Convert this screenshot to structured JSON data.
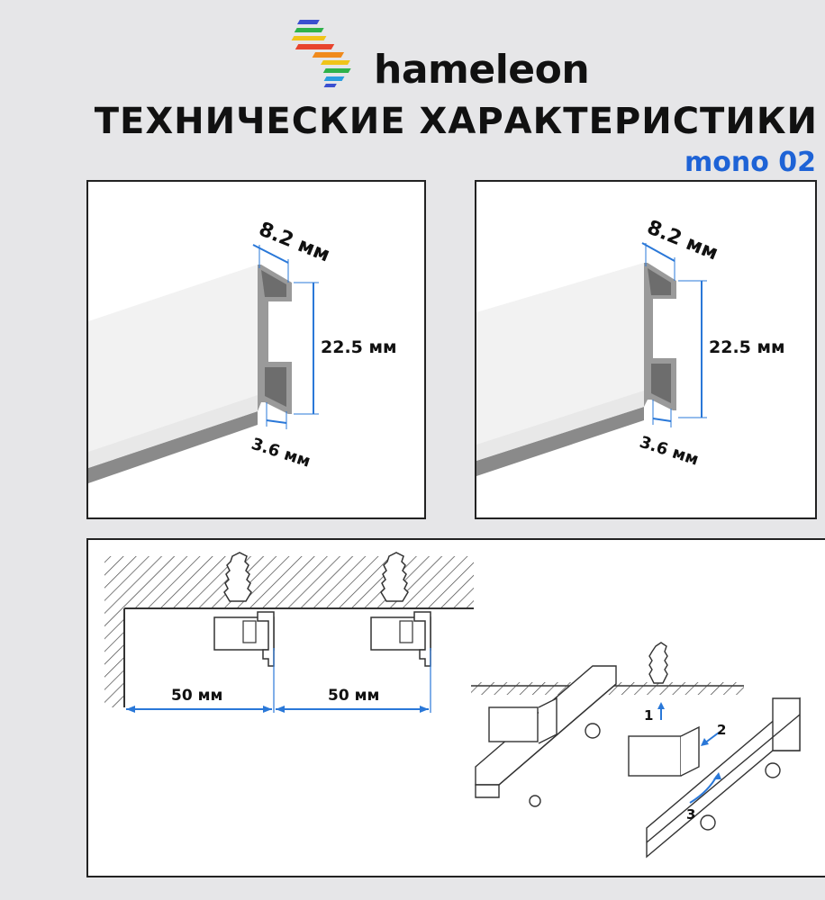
{
  "header": {
    "brand": "hameleon",
    "title": "ТЕХНИЧЕСКИЕ ХАРАКТЕРИСТИКИ",
    "model": "mono 02"
  },
  "profile_views": [
    {
      "width_label": "8.2 мм",
      "height_label": "22.5 мм",
      "slot_label": "3.6 мм"
    },
    {
      "width_label": "8.2 мм",
      "height_label": "22.5 мм",
      "slot_label": "3.6 мм"
    }
  ],
  "mounting": {
    "spacing_left": "50 мм",
    "spacing_right": "50 мм",
    "step_1": "1",
    "step_2": "2",
    "step_3": "3"
  },
  "colors": {
    "accent_blue": "#1e63d6",
    "dimension_blue": "#2a78d8",
    "logo_stripes": [
      "#3a4fd0",
      "#2fb24a",
      "#f0c419",
      "#e8442e",
      "#f08a1c",
      "#2a9de0"
    ]
  }
}
